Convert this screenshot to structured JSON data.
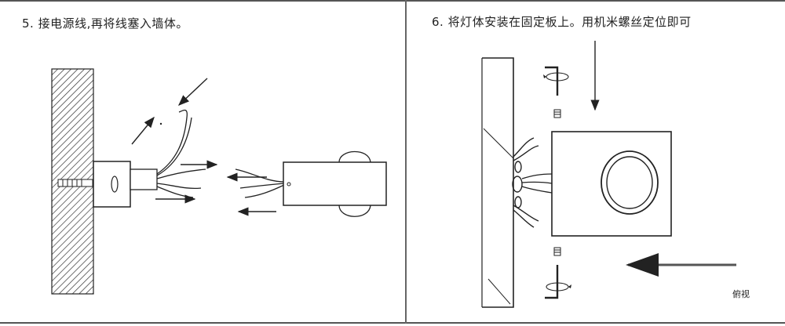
{
  "step5": {
    "caption": "5. 接电源线,再将线塞入墙体。"
  },
  "step6": {
    "caption": "6. 将灯体安装在固定板上。用机米螺丝定位即可",
    "top_view_label": "俯视"
  },
  "colors": {
    "line": "#222222",
    "hatch": "#333333",
    "divider": "#666666",
    "background": "#ffffff"
  }
}
